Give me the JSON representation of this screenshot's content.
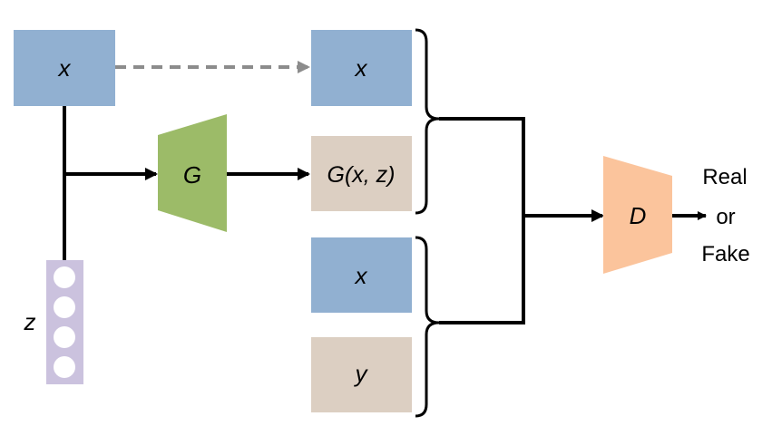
{
  "colors": {
    "real_box": "#91b0d1",
    "fake_box": "#dccfc2",
    "generator": "#9cbb68",
    "discriminator": "#fbc49c",
    "noise_vector": "#cbc2de",
    "dashed_arrow": "#8c8c8c",
    "line": "#000000"
  },
  "nodes": {
    "input_x": "x",
    "generator": "G",
    "noise_label": "z",
    "pair1_real_x": "x",
    "pair1_generated": "G(x, z)",
    "pair2_x": "x",
    "pair2_y": "y",
    "discriminator": "D"
  },
  "output": {
    "line1": "Real",
    "line2": "or",
    "line3": "Fake"
  }
}
